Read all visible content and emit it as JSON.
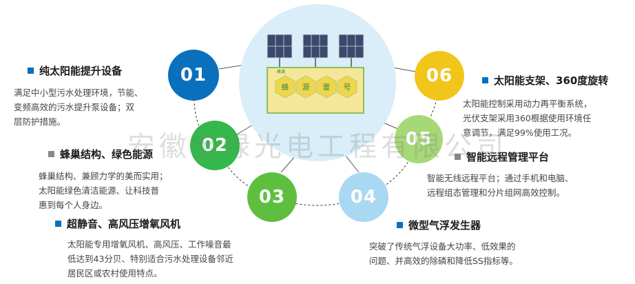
{
  "center": {
    "panel_labels": [
      "蜂",
      "源",
      "壹",
      "号"
    ],
    "brand_tag": "蜂源"
  },
  "nodes": [
    "01",
    "02",
    "03",
    "04",
    "05",
    "06"
  ],
  "features": [
    {
      "title": "纯太阳能提升设备",
      "lines": [
        "满足中小型污水处理环境，节能、",
        "变频高效的污水提升泵设备；双",
        "层防护措施。"
      ]
    },
    {
      "title": "蜂巢结构、绿色能源",
      "lines": [
        "蜂巢结构、兼顾力学的美而实用；",
        "太阳能绿色清洁能源、让科技普",
        "惠到每个人身边。"
      ]
    },
    {
      "title": "超静音、高风压增氧风机",
      "lines": [
        "太阳能专用增氧风机、高风压、工作噪音最",
        "低达到43分贝、特别适合污水处理设备邻近",
        "居民区或农村使用特点。"
      ]
    },
    {
      "title": "微型气浮发生器",
      "lines": [
        "突破了传统气浮设备大功率、低效果的",
        "问题、并高效的除磷和降低SS指标等。"
      ]
    },
    {
      "title": "智能远程管理平台",
      "lines": [
        "智能无线远程平台；通过手机和电脑、",
        "远程组态管理和分片组网高效控制。"
      ]
    },
    {
      "title": "太阳能支架、360度旋转",
      "lines": [
        "太阳能控制采用动力再平衡系统，",
        "光伏支架采用360根据使用环境任",
        "意调节，满足99%使用工况。"
      ]
    }
  ],
  "watermark": "安徽宝绿光电工程有限公司",
  "colors": {
    "n01": "#0a6fbd",
    "n02": "#35b84b",
    "n03": "#5ebf3f",
    "n04": "#a9d8f2",
    "n05": "#a7d878",
    "n06": "#f2c51b"
  }
}
